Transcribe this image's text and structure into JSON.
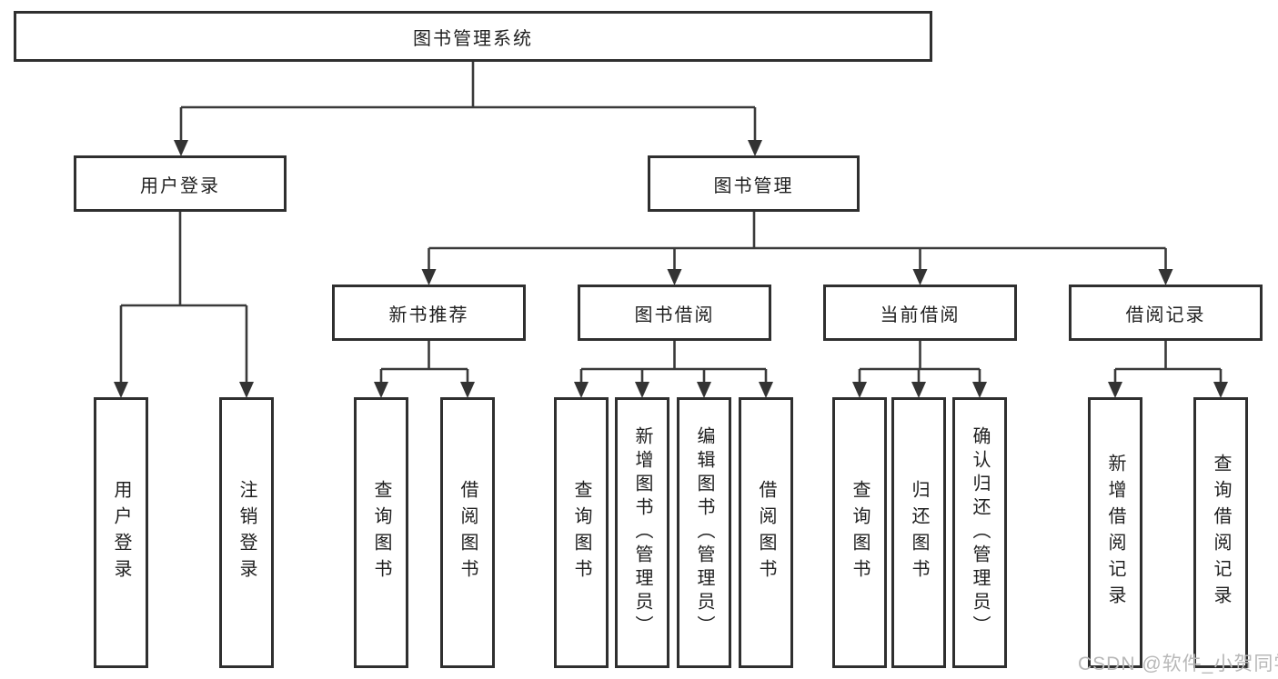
{
  "tree": {
    "label": "图书管理系统",
    "children": [
      {
        "label": "用户登录",
        "children": [
          {
            "label": "用户登录"
          },
          {
            "label": "注销登录"
          }
        ]
      },
      {
        "label": "图书管理",
        "children": [
          {
            "label": "新书推荐",
            "children": [
              {
                "label": "查询图书"
              },
              {
                "label": "借阅图书"
              }
            ]
          },
          {
            "label": "图书借阅",
            "children": [
              {
                "label": "查询图书"
              },
              {
                "label": "新增图书（管理员）"
              },
              {
                "label": "编辑图书（管理员）"
              },
              {
                "label": "借阅图书"
              }
            ]
          },
          {
            "label": "当前借阅",
            "children": [
              {
                "label": "查询图书"
              },
              {
                "label": "归还图书"
              },
              {
                "label": "确认归还（管理员）"
              }
            ]
          },
          {
            "label": "借阅记录",
            "children": [
              {
                "label": "新增借阅记录"
              },
              {
                "label": "查询借阅记录"
              }
            ]
          }
        ]
      }
    ]
  },
  "watermark": {
    "text": "CSDN @软件_小贺同学"
  },
  "colors": {
    "border": "#2f2f2f",
    "line": "#3a3a3a",
    "text": "#1f1f1f",
    "watermark": "#b8b8b8",
    "bg": "#ffffff"
  }
}
